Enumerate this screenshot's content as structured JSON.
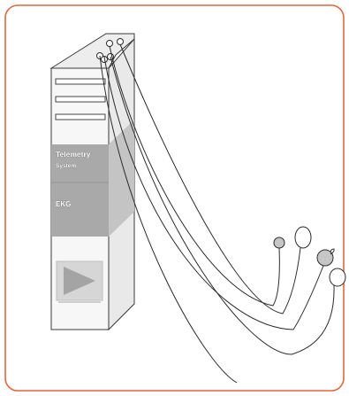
{
  "diagram": {
    "device": {
      "label_line1": "Telemetry",
      "label_line2": "System",
      "label_line3": "EKG"
    },
    "colors": {
      "frame_border": "#e2673d",
      "panel_gray": "#a9a9a9",
      "tower_face": "#f7f7f7",
      "tower_side": "#e9e9e9",
      "tower_top": "#ededed",
      "cable": "#2b2b2b",
      "electrode_fill": "#c6c6c6"
    },
    "electrode_count": 4,
    "drive_slot_count": 3
  }
}
